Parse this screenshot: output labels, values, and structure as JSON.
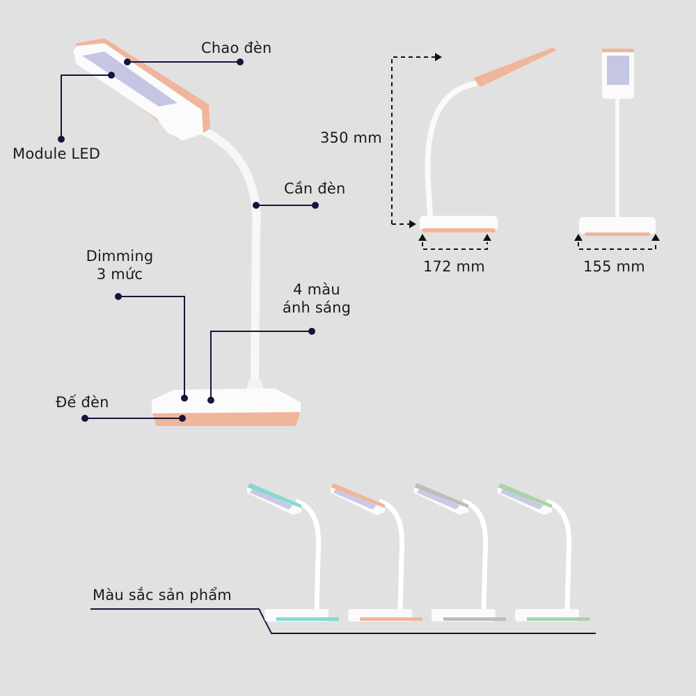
{
  "labels": {
    "head": "Chao đèn",
    "led": "Module LED",
    "arm": "Cần đèn",
    "dimming_1": "Dimming",
    "dimming_2": "3 mức",
    "colors_1": "4 màu",
    "colors_2": "ánh sáng",
    "base": "Đế đèn",
    "product_colors": "Màu sắc sản phẩm"
  },
  "dimensions": {
    "height": "350 mm",
    "length": "172 mm",
    "width": "155 mm"
  },
  "colors": {
    "background": "#e1e1e1",
    "leader_line": "#14143c",
    "accent_main": "#f0b59a",
    "variants": [
      "#86d9d0",
      "#f0b59a",
      "#bdbdbd",
      "#a9d3a8"
    ]
  }
}
